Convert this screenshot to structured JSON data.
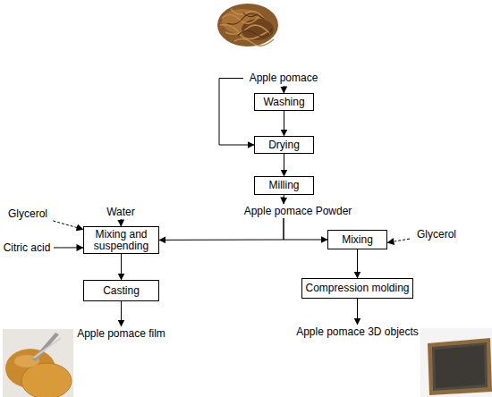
{
  "diagram": {
    "nodes": [
      {
        "text": [
          "Apple pomace"
        ]
      },
      {
        "text": [
          "Washing"
        ]
      },
      {
        "text": [
          "Drying"
        ]
      },
      {
        "text": [
          "Milling"
        ]
      },
      {
        "text": [
          "Apple pomace Powder"
        ]
      },
      {
        "text": [
          "Glycerol"
        ]
      },
      {
        "text": [
          "Water"
        ]
      },
      {
        "text": [
          "Mixing and suspending"
        ]
      },
      {
        "text": [
          "Mixing"
        ]
      },
      {
        "text": [
          "Glycerol"
        ]
      },
      {
        "text": [
          "Citric acid"
        ]
      },
      {
        "text": [
          "Casting"
        ]
      },
      {
        "text": [
          "Compression molding"
        ]
      },
      {
        "text": [
          "Apple pomace film"
        ]
      },
      {
        "text": [
          "Apple pomace 3D objects"
        ]
      }
    ],
    "edges": [
      {
        "from": 0,
        "to": 1,
        "arrow": "to"
      },
      {
        "from": 1,
        "to": 2,
        "arrow": "to"
      },
      {
        "from": 0,
        "to": 2,
        "arrow": "to"
      },
      {
        "from": 2,
        "to": 3,
        "arrow": "to"
      },
      {
        "from": 3,
        "to": 4,
        "arrow": "to"
      },
      {
        "from": 4,
        "to": 7,
        "arrow": "to"
      },
      {
        "from": 4,
        "to": 8,
        "arrow": "to"
      },
      {
        "from": 5,
        "to": 7,
        "arrow": "to"
      },
      {
        "from": 6,
        "to": 7,
        "arrow": "to"
      },
      {
        "from": 10,
        "to": 7,
        "arrow": "to"
      },
      {
        "from": 9,
        "to": 8,
        "arrow": "to"
      },
      {
        "from": 7,
        "to": 11,
        "arrow": "to"
      },
      {
        "from": 11,
        "to": 13,
        "arrow": "to"
      },
      {
        "from": 8,
        "to": 12,
        "arrow": "to"
      },
      {
        "from": 12,
        "to": 14,
        "arrow": "to"
      }
    ]
  }
}
